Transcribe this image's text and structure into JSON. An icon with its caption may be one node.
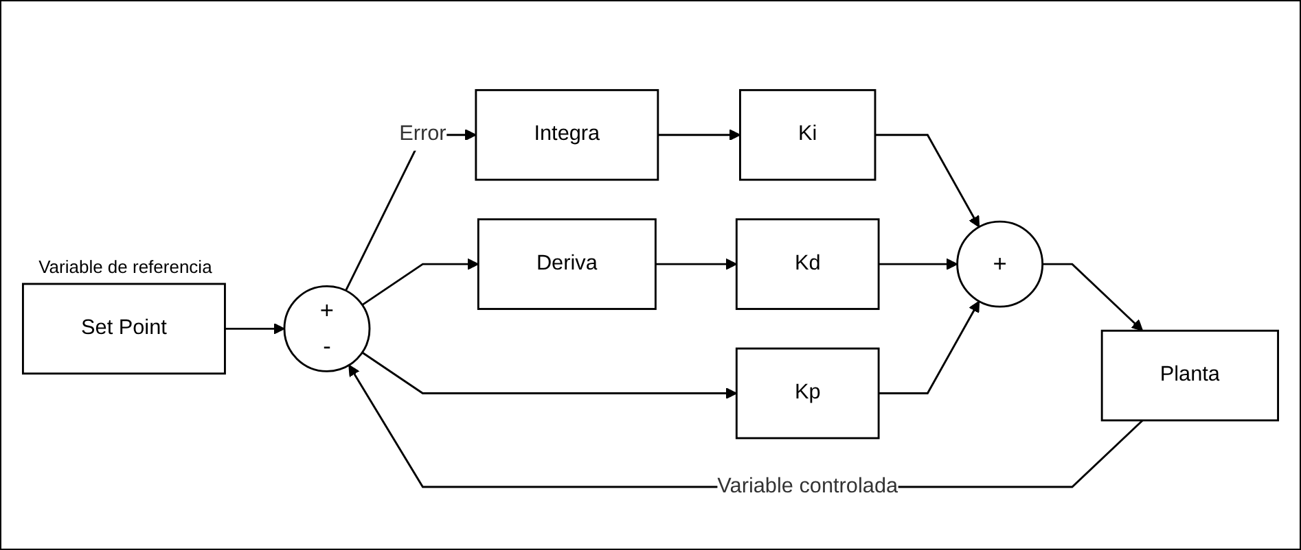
{
  "diagram": {
    "nodes": [
      {
        "text": [
          "Set Point"
        ],
        "beside": [
          "Variable de referencia"
        ]
      },
      {
        "text": [
          "+",
          "-"
        ]
      },
      {
        "text": [
          "Integra"
        ]
      },
      {
        "text": [
          "Ki"
        ]
      },
      {
        "text": [
          "Deriva"
        ]
      },
      {
        "text": [
          "Kd"
        ]
      },
      {
        "text": [
          "Kp"
        ]
      },
      {
        "text": [
          "+"
        ]
      },
      {
        "text": [
          "Planta"
        ]
      }
    ],
    "edges": [
      {
        "from": 0,
        "to": 1,
        "arrow": "to"
      },
      {
        "from": 1,
        "to": 2,
        "arrow": "to",
        "label": "Error"
      },
      {
        "from": 2,
        "to": 3,
        "arrow": "to"
      },
      {
        "from": 1,
        "to": 4,
        "arrow": "to"
      },
      {
        "from": 4,
        "to": 5,
        "arrow": "to"
      },
      {
        "from": 1,
        "to": 6,
        "arrow": "to"
      },
      {
        "from": 3,
        "to": 7,
        "arrow": "to"
      },
      {
        "from": 5,
        "to": 7,
        "arrow": "to"
      },
      {
        "from": 6,
        "to": 7,
        "arrow": "to"
      },
      {
        "from": 7,
        "to": 8,
        "arrow": "to"
      },
      {
        "from": 8,
        "to": 1,
        "arrow": "to",
        "label": "Variable controlada"
      }
    ]
  }
}
